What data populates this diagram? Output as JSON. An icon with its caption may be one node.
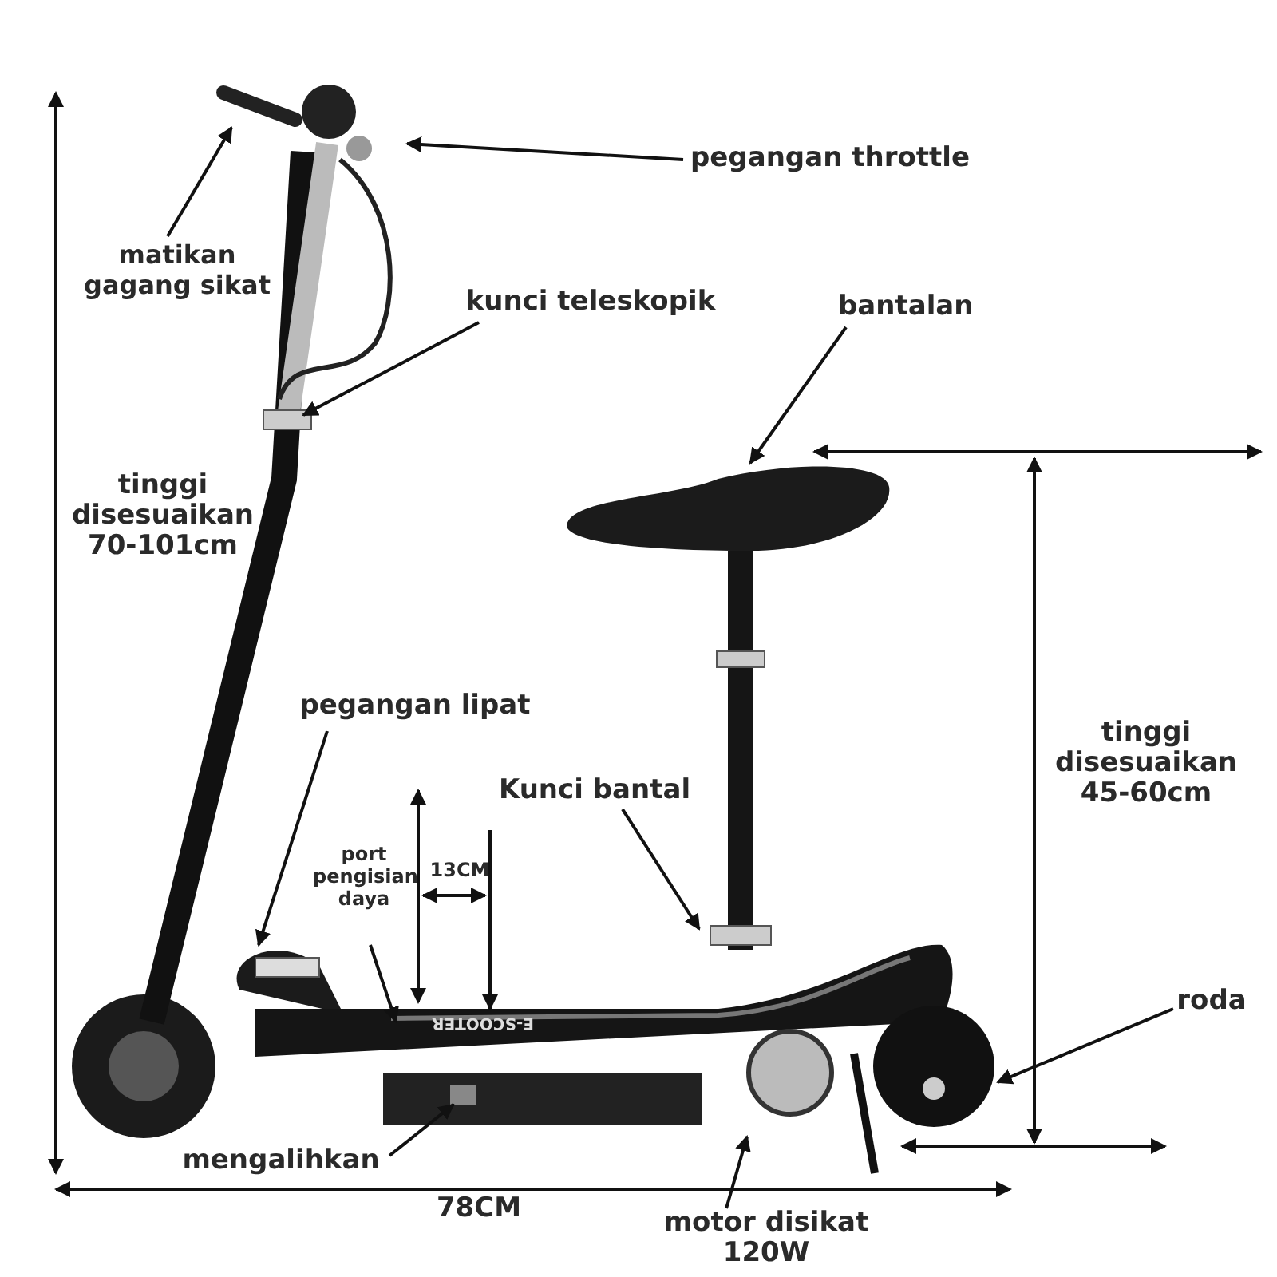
{
  "diagram": {
    "nodes": [
      {
        "text": [
          "matikan gagang sikat"
        ]
      },
      {
        "text": [
          "pegangan throttle"
        ]
      },
      {
        "text": [
          "kunci teleskopik"
        ]
      },
      {
        "text": [
          "bantalan"
        ]
      },
      {
        "text": [
          "pegangan lipat"
        ]
      },
      {
        "text": [
          "port pengisian daya"
        ]
      },
      {
        "text": [
          "Kunci bantal"
        ]
      },
      {
        "text": [
          "roda"
        ]
      },
      {
        "text": [
          "mengalihkan"
        ]
      },
      {
        "text": [
          "motor disikat 120W"
        ]
      }
    ],
    "edges": [
      {
        "from": 0,
        "to": null,
        "arrow": "to"
      },
      {
        "from": 1,
        "to": null,
        "arrow": "to"
      },
      {
        "from": 2,
        "to": null,
        "arrow": "to"
      },
      {
        "from": 3,
        "to": null,
        "arrow": "to"
      },
      {
        "from": 4,
        "to": null,
        "arrow": "to"
      },
      {
        "from": 5,
        "to": null,
        "arrow": "to"
      },
      {
        "from": 6,
        "to": null,
        "arrow": "to"
      },
      {
        "from": 7,
        "to": null,
        "arrow": "to"
      },
      {
        "from": 8,
        "to": null,
        "arrow": "to"
      },
      {
        "from": 9,
        "to": null,
        "arrow": "to"
      }
    ],
    "labels": [
      "tinggi disesuaikan 70-101cm",
      "13CM",
      "tinggi disesuaikan 45-60cm",
      "E-SCOOTER",
      "78CM"
    ]
  }
}
